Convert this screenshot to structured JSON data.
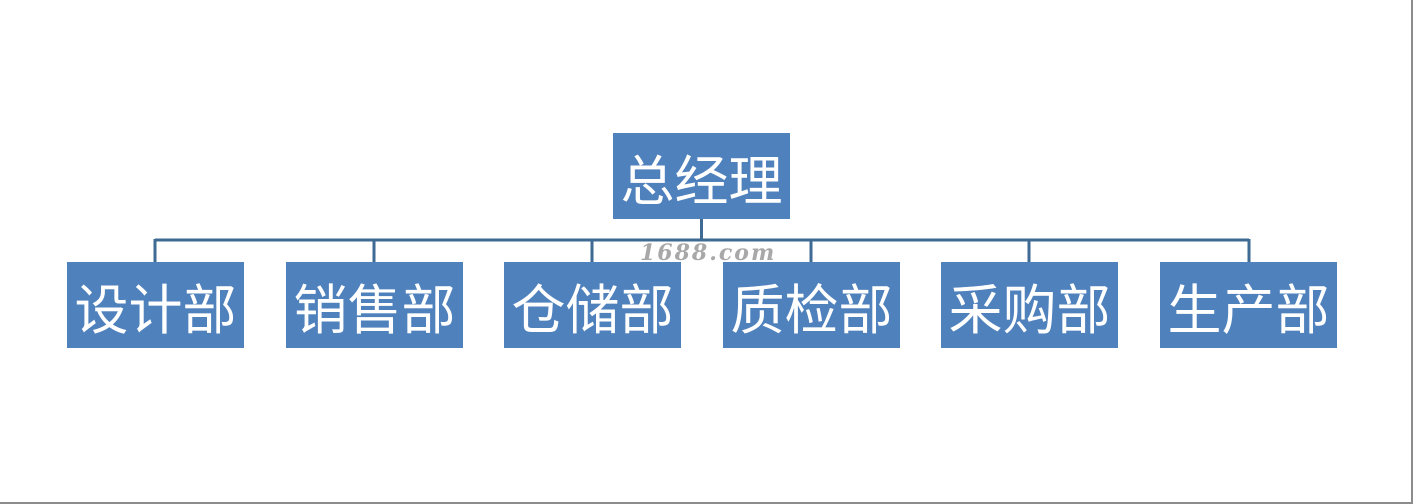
{
  "org_chart": {
    "root": {
      "label": "总经理"
    },
    "departments": [
      {
        "label": "设计部"
      },
      {
        "label": "销售部"
      },
      {
        "label": "仓储部"
      },
      {
        "label": "质检部"
      },
      {
        "label": "采购部"
      },
      {
        "label": "生产部"
      }
    ]
  },
  "watermark": {
    "text": "1688.com"
  },
  "colors": {
    "node_fill": "#4f81bd",
    "node_text": "#ffffff",
    "connector": "#3e6a93"
  }
}
